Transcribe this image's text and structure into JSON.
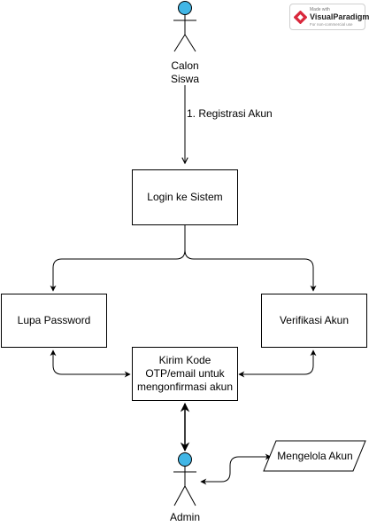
{
  "actors": {
    "calon_siswa": {
      "line1": "Calon",
      "line2": "Siswa"
    },
    "admin": {
      "label": "Admin"
    }
  },
  "edges": {
    "registrasi": "1. Registrasi Akun"
  },
  "nodes": {
    "login": "Login ke Sistem",
    "lupa_password": "Lupa Password",
    "verifikasi_akun": "Verifikasi Akun",
    "kirim_kode_1": "Kirim Kode",
    "kirim_kode_2": "OTP/email untuk",
    "kirim_kode_3": "mengonfirmasi akun",
    "mengelola_akun": "Mengelola Akun"
  },
  "watermark": {
    "made_with": "Made with",
    "brand": "VisualParadigm",
    "note": "For non-commercial use"
  },
  "colors": {
    "actor_head": "#41b6e6",
    "stroke": "#000000",
    "watermark_logo": "#d9283c"
  }
}
